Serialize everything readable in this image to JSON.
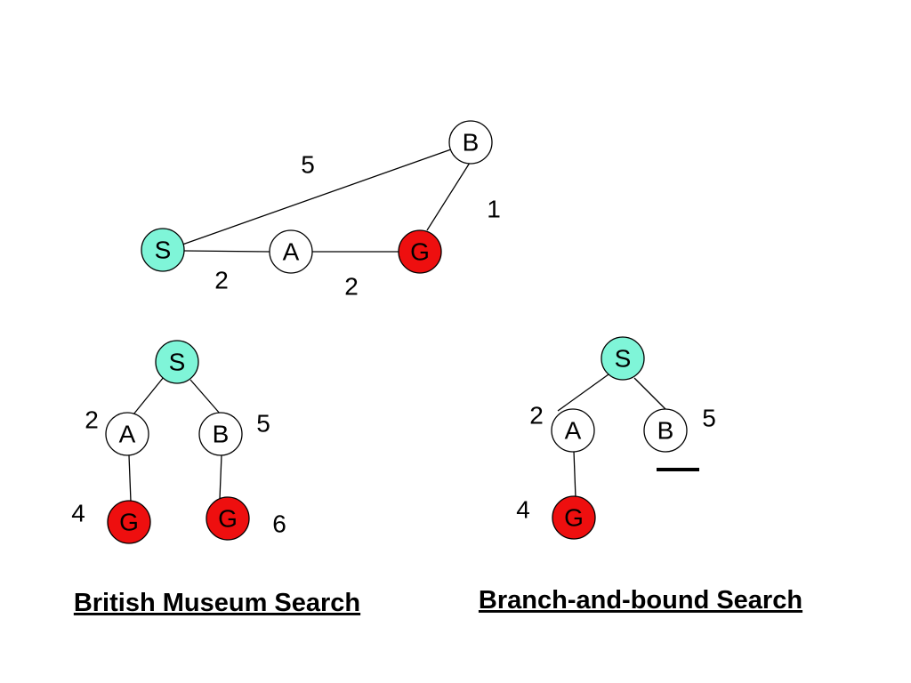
{
  "colors": {
    "start": "#7ff5d8",
    "goal": "#ee0f0f",
    "plain": "#ffffff"
  },
  "graph": {
    "nodes": {
      "s": "S",
      "a": "A",
      "b": "B",
      "g": "G"
    },
    "weights": {
      "s_b": "5",
      "b_g": "1",
      "s_a": "2",
      "a_g": "2"
    }
  },
  "british_museum": {
    "nodes": {
      "s": "S",
      "a": "A",
      "b": "B",
      "ag": "G",
      "bg": "G"
    },
    "weights": {
      "s_a": "2",
      "s_b": "5",
      "a_g": "4",
      "b_g": "6"
    },
    "caption": "British Museum Search"
  },
  "branch_and_bound": {
    "nodes": {
      "s": "S",
      "a": "A",
      "b": "B",
      "ag": "G"
    },
    "weights": {
      "s_a": "2",
      "s_b": "5",
      "a_g": "4"
    },
    "caption": "Branch-and-bound Search"
  }
}
